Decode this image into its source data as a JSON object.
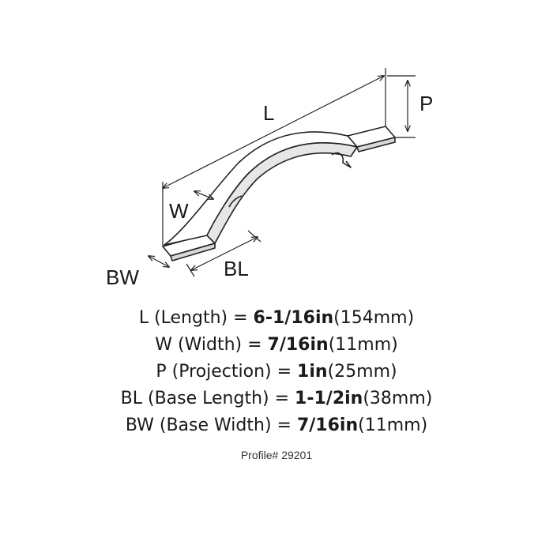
{
  "diagram": {
    "labels": {
      "L": "L",
      "P": "P",
      "W": "W",
      "BL": "BL",
      "BW": "BW"
    }
  },
  "specs": [
    {
      "code": "L",
      "desc": " (Length) = ",
      "imperial": "6-1/16in",
      "metric": "(154mm)"
    },
    {
      "code": "W",
      "desc": " (Width) = ",
      "imperial": "7/16in",
      "metric": "(11mm)"
    },
    {
      "code": "P",
      "desc": " (Projection) = ",
      "imperial": "1in",
      "metric": "(25mm)"
    },
    {
      "code": "BL",
      "desc": " (Base Length) = ",
      "imperial": "1-1/2in",
      "metric": "(38mm)"
    },
    {
      "code": "BW",
      "desc": " (Base Width) = ",
      "imperial": "7/16in",
      "metric": "(11mm)"
    }
  ],
  "profile": "Profile# 29201",
  "colors": {
    "line": "#222222",
    "handle_fill": "#ffffff",
    "shade": "#d9d9d9"
  }
}
